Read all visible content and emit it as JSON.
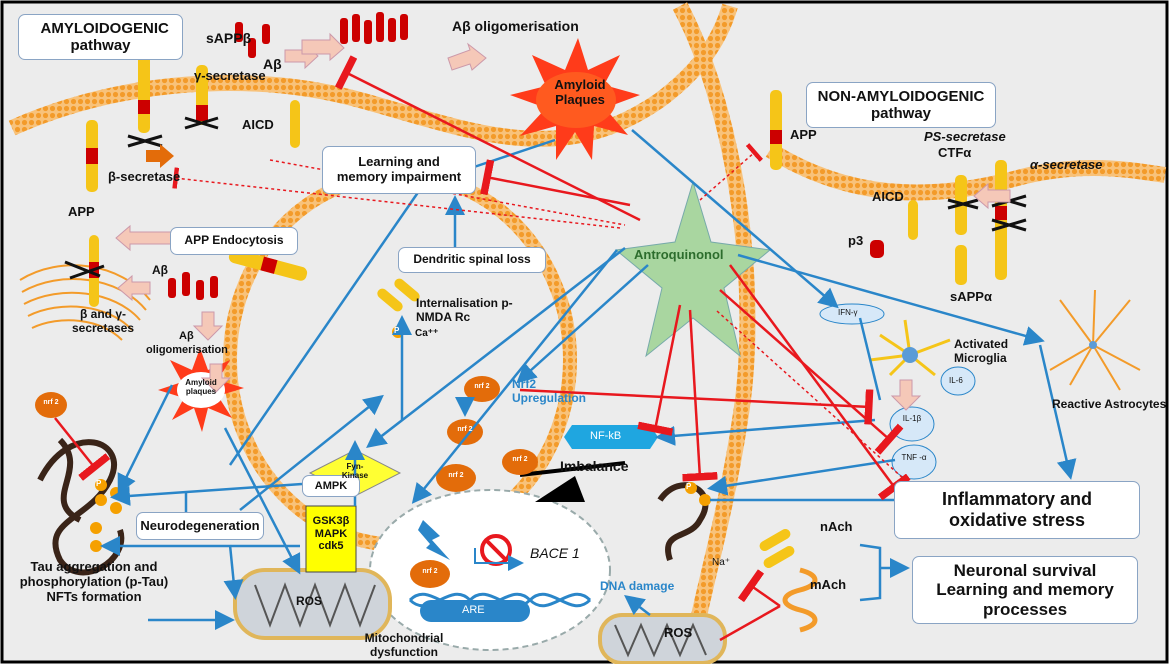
{
  "colors": {
    "inhibit": "#e8181e",
    "activate": "#2a86c9",
    "membrane": "#f6a93b",
    "app": "#f5c518",
    "nrf2": "#e36c0a",
    "plaque": "#ff3b1a",
    "antroquinonol": "#a9d6a0",
    "fyn": "#ffff33",
    "gsk": "#ffff00"
  },
  "labels": {
    "amyloidogenic": "AMYLOIDOGENIC pathway",
    "non_amyloidogenic": "NON-AMYLOIDOGENIC pathway",
    "sappb": "sAPPβ",
    "gamma_secretase": "γ-secretase",
    "abeta_top": "Aβ",
    "abeta_oligo_top": "Aβ oligomerisation",
    "amyloid_plaques": "Amyloid Plaques",
    "aicd_left": "AICD",
    "beta_secretase": "β-secretase",
    "app_left": "APP",
    "learning_memory": "Learning and memory impairment",
    "app_endocytosis": "APP Endocytosis",
    "dendritic": "Dendritic spinal loss",
    "internalisation": "Internalisation p-NMDA Rc",
    "ca": "Ca⁺⁺",
    "abeta_mid": "Aβ",
    "beta_gamma": "β and γ-secretases",
    "abeta_small": "Aβ",
    "abeta_oligo_small": "oligomerisation",
    "amyloid_small": "Amyloid plaques",
    "nrf2": "nrf 2",
    "antroquinonol": "Antroquinonol",
    "nrf2_up": "Nrf2 Upregulation",
    "app_right": "APP",
    "ps_secretase": "PS-secretase",
    "ctfa": "CTFα",
    "alpha_secretase": "α-secretase",
    "aicd_right": "AICD",
    "p3": "p3",
    "sappa": "sAPPα",
    "ifn": "IFN-γ",
    "activated_microglia": "Activated Microglia",
    "il6": "IL-6",
    "reactive_astrocytes": "Reactive Astrocytes",
    "il1b": "IL-1β",
    "tnf": "TNF -α",
    "nfkb": "NF-kB",
    "imbalance": "Imbalance",
    "ampk": "AMPK",
    "fyn": "Fyn-Kinase",
    "neurodegeneration": "Neurodegeneration",
    "gsk": "GSK3β MAPK cdk5",
    "bace": "BACE 1",
    "are": "ARE",
    "tau": "Tau aggregation and phosphorylation (p-Tau) NFTs formation",
    "ros_left": "ROS",
    "mito": "Mitochondrial dysfunction",
    "dna": "DNA damage",
    "ros_right": "ROS",
    "nach": "nAch",
    "mach": "mAch",
    "na": "Na⁺",
    "inflammatory": "Inflammatory and oxidative stress",
    "neuronal": "Neuronal survival Learning and memory processes",
    "p": "P"
  }
}
